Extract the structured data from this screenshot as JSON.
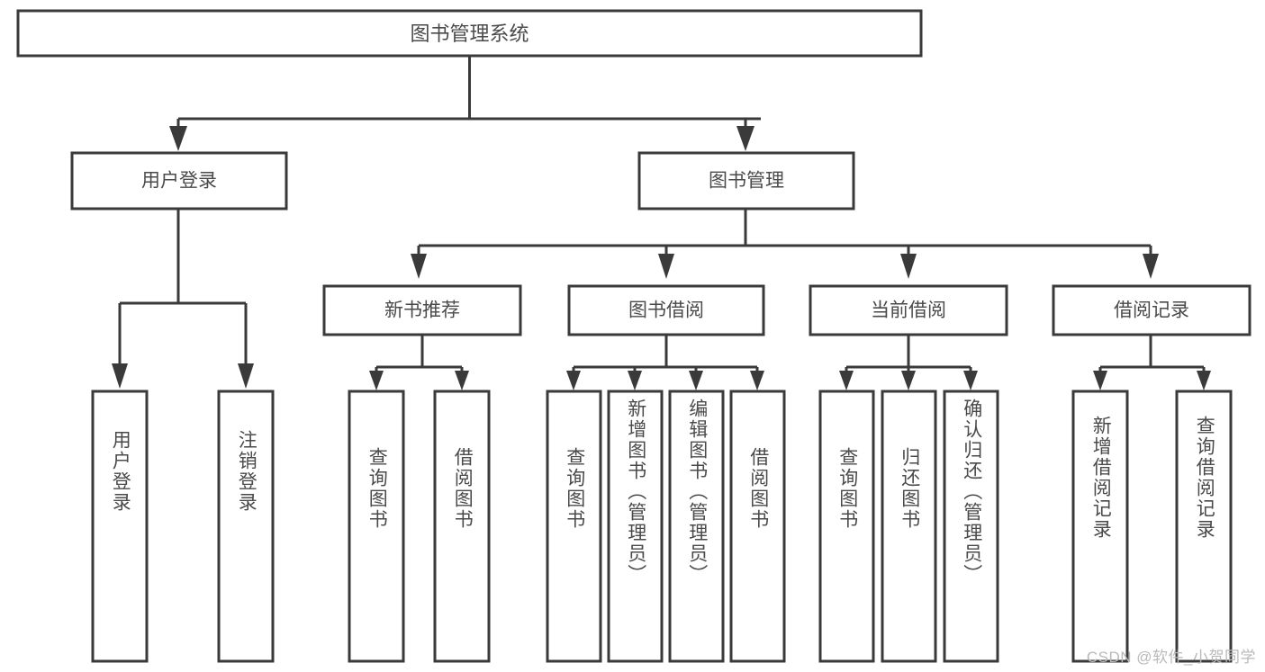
{
  "diagram": {
    "title": "图书管理系统",
    "type": "tree",
    "orientation": "top-down",
    "colors": {
      "stroke": "#3a3a3a",
      "box_fill": "#ffffff",
      "text": "#4a4a4a",
      "background": "#ffffff",
      "watermark": "#b9b9b9"
    },
    "root": {
      "id": "root",
      "label": "图书管理系统"
    },
    "level1": [
      {
        "id": "user-login",
        "label": "用户登录"
      },
      {
        "id": "book-management",
        "label": "图书管理"
      }
    ],
    "level2": [
      {
        "id": "new-book-recommend",
        "label": "新书推荐",
        "parent": "book-management"
      },
      {
        "id": "book-borrow",
        "label": "图书借阅",
        "parent": "book-management"
      },
      {
        "id": "current-borrow",
        "label": "当前借阅",
        "parent": "book-management"
      },
      {
        "id": "borrow-record",
        "label": "借阅记录",
        "parent": "book-management"
      }
    ],
    "leaves": [
      {
        "id": "leaf-user-login",
        "label": "用户登录",
        "parent": "user-login"
      },
      {
        "id": "leaf-user-logout",
        "label": "注销登录",
        "parent": "user-login"
      },
      {
        "id": "leaf-query-book-1",
        "label": "查询图书",
        "parent": "new-book-recommend"
      },
      {
        "id": "leaf-borrow-book-1",
        "label": "借阅图书",
        "parent": "new-book-recommend"
      },
      {
        "id": "leaf-query-book-2",
        "label": "查询图书",
        "parent": "book-borrow"
      },
      {
        "id": "leaf-add-book",
        "label": "新增图书（管理员）",
        "parent": "book-borrow"
      },
      {
        "id": "leaf-edit-book",
        "label": "编辑图书（管理员）",
        "parent": "book-borrow"
      },
      {
        "id": "leaf-borrow-book-2",
        "label": "借阅图书",
        "parent": "book-borrow"
      },
      {
        "id": "leaf-query-book-3",
        "label": "查询图书",
        "parent": "current-borrow"
      },
      {
        "id": "leaf-return-book",
        "label": "归还图书",
        "parent": "current-borrow"
      },
      {
        "id": "leaf-confirm-return",
        "label": "确认归还（管理员）",
        "parent": "current-borrow"
      },
      {
        "id": "leaf-add-record",
        "label": "新增借阅记录",
        "parent": "borrow-record"
      },
      {
        "id": "leaf-query-record",
        "label": "查询借阅记录",
        "parent": "borrow-record"
      }
    ],
    "watermark": "CSDN @软件_小贺同学"
  }
}
